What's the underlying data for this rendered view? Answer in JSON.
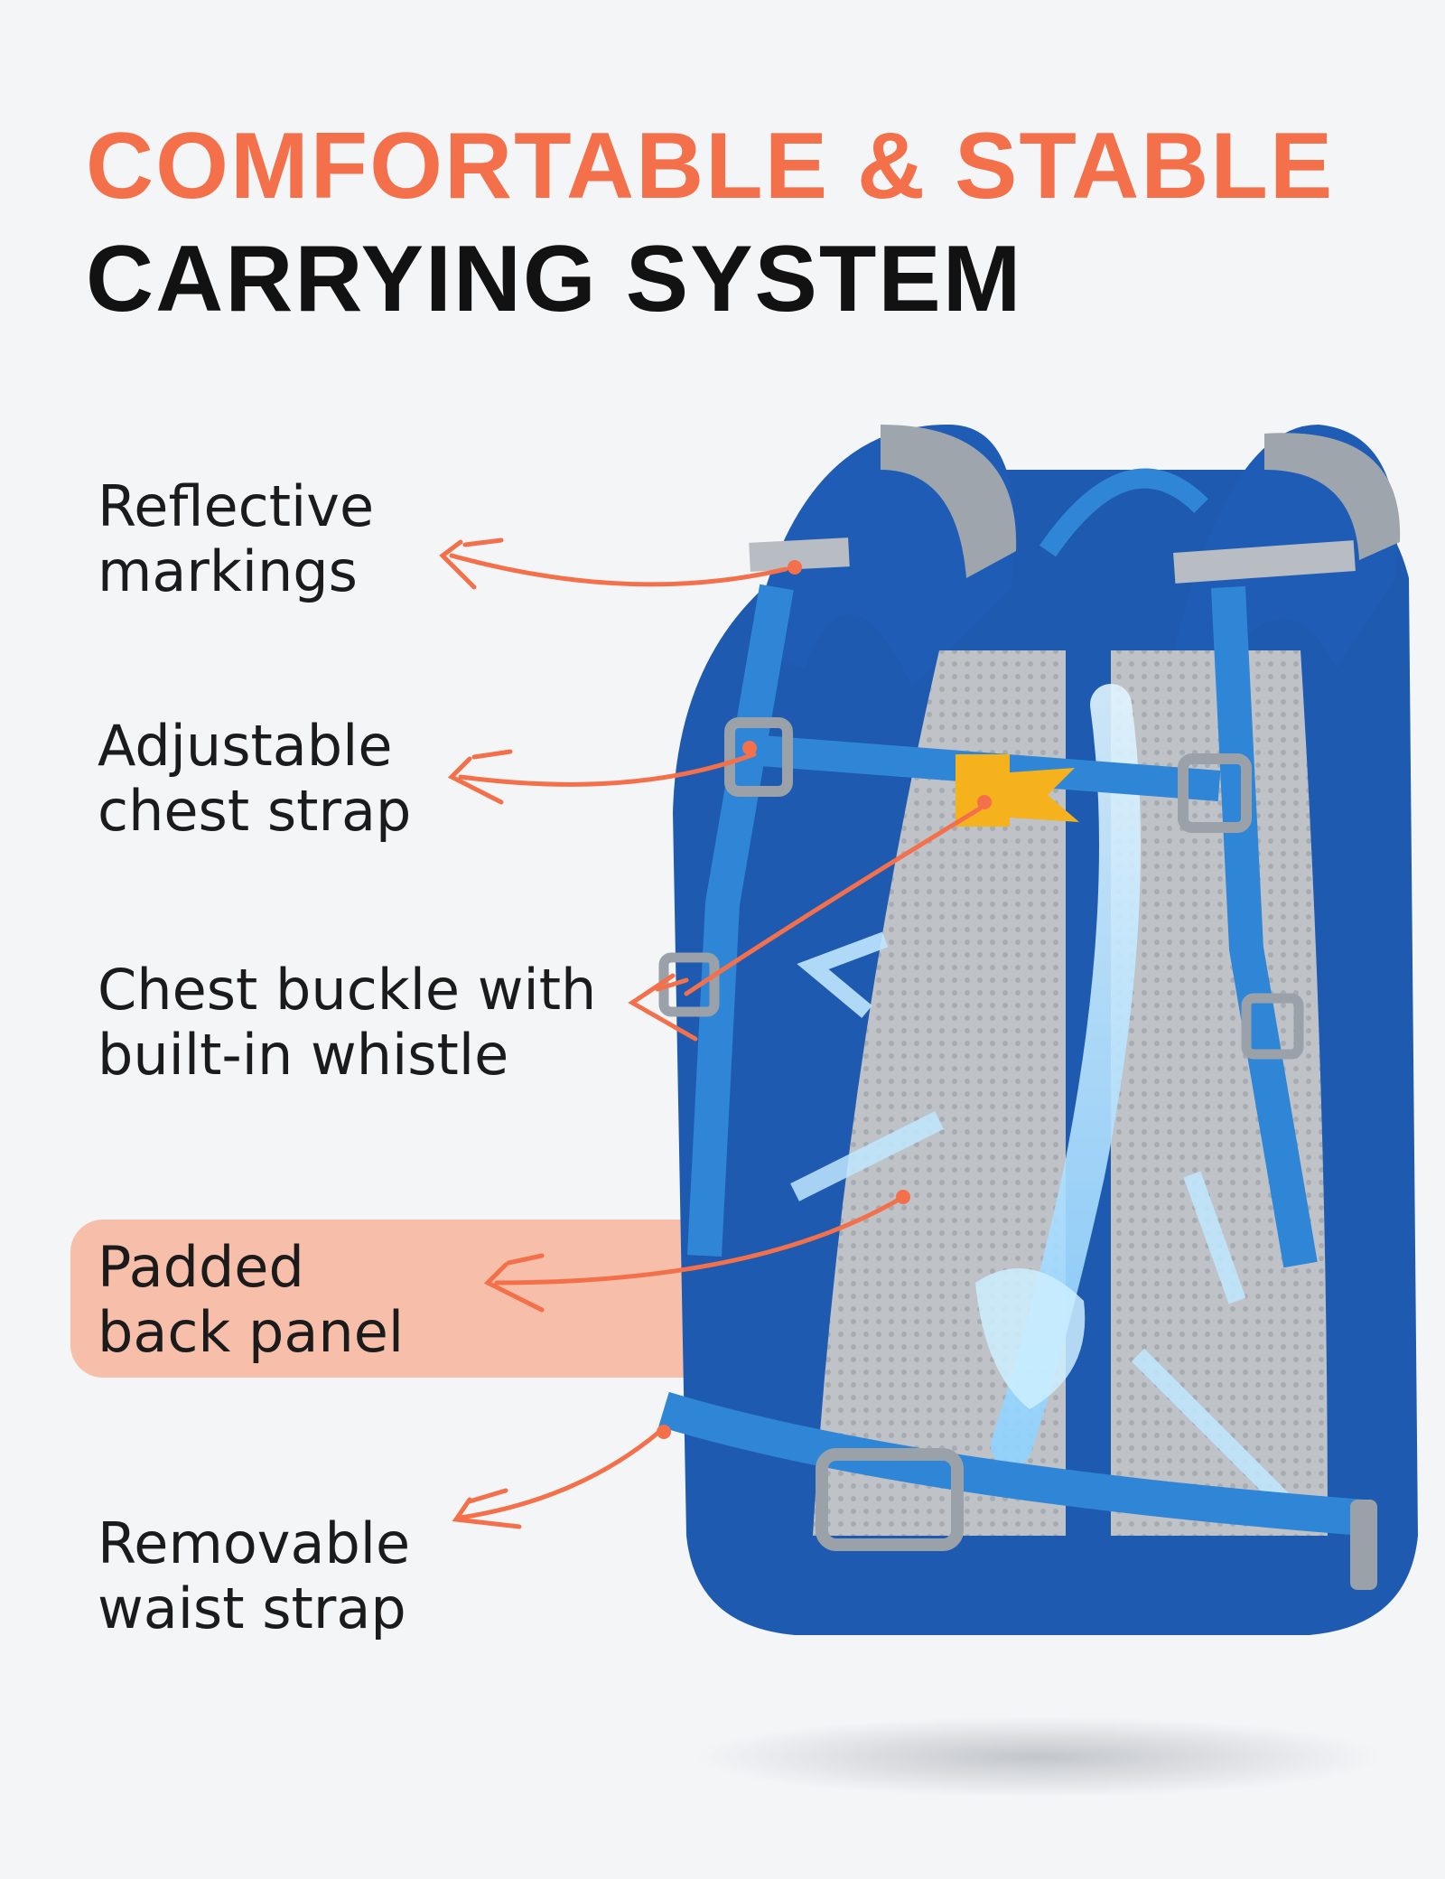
{
  "header": {
    "title_line1": "COMFORTABLE & STABLE",
    "title_line2": "CARRYING SYSTEM"
  },
  "features": [
    {
      "label": "Reflective\nmarkings"
    },
    {
      "label": "Adjustable\nchest strap"
    },
    {
      "label": "Chest buckle with\nbuilt-in whistle"
    },
    {
      "label": "Padded\nback panel",
      "highlighted": true
    },
    {
      "label": "Removable\nwaist strap"
    }
  ],
  "colors": {
    "accent": "#f4704a",
    "title_dark": "#121212",
    "highlight": "#f7bfa9",
    "backpack_blue": "#1e5bb0",
    "strap_blue": "#2f86d6",
    "buckle_yellow": "#f5b21c"
  }
}
